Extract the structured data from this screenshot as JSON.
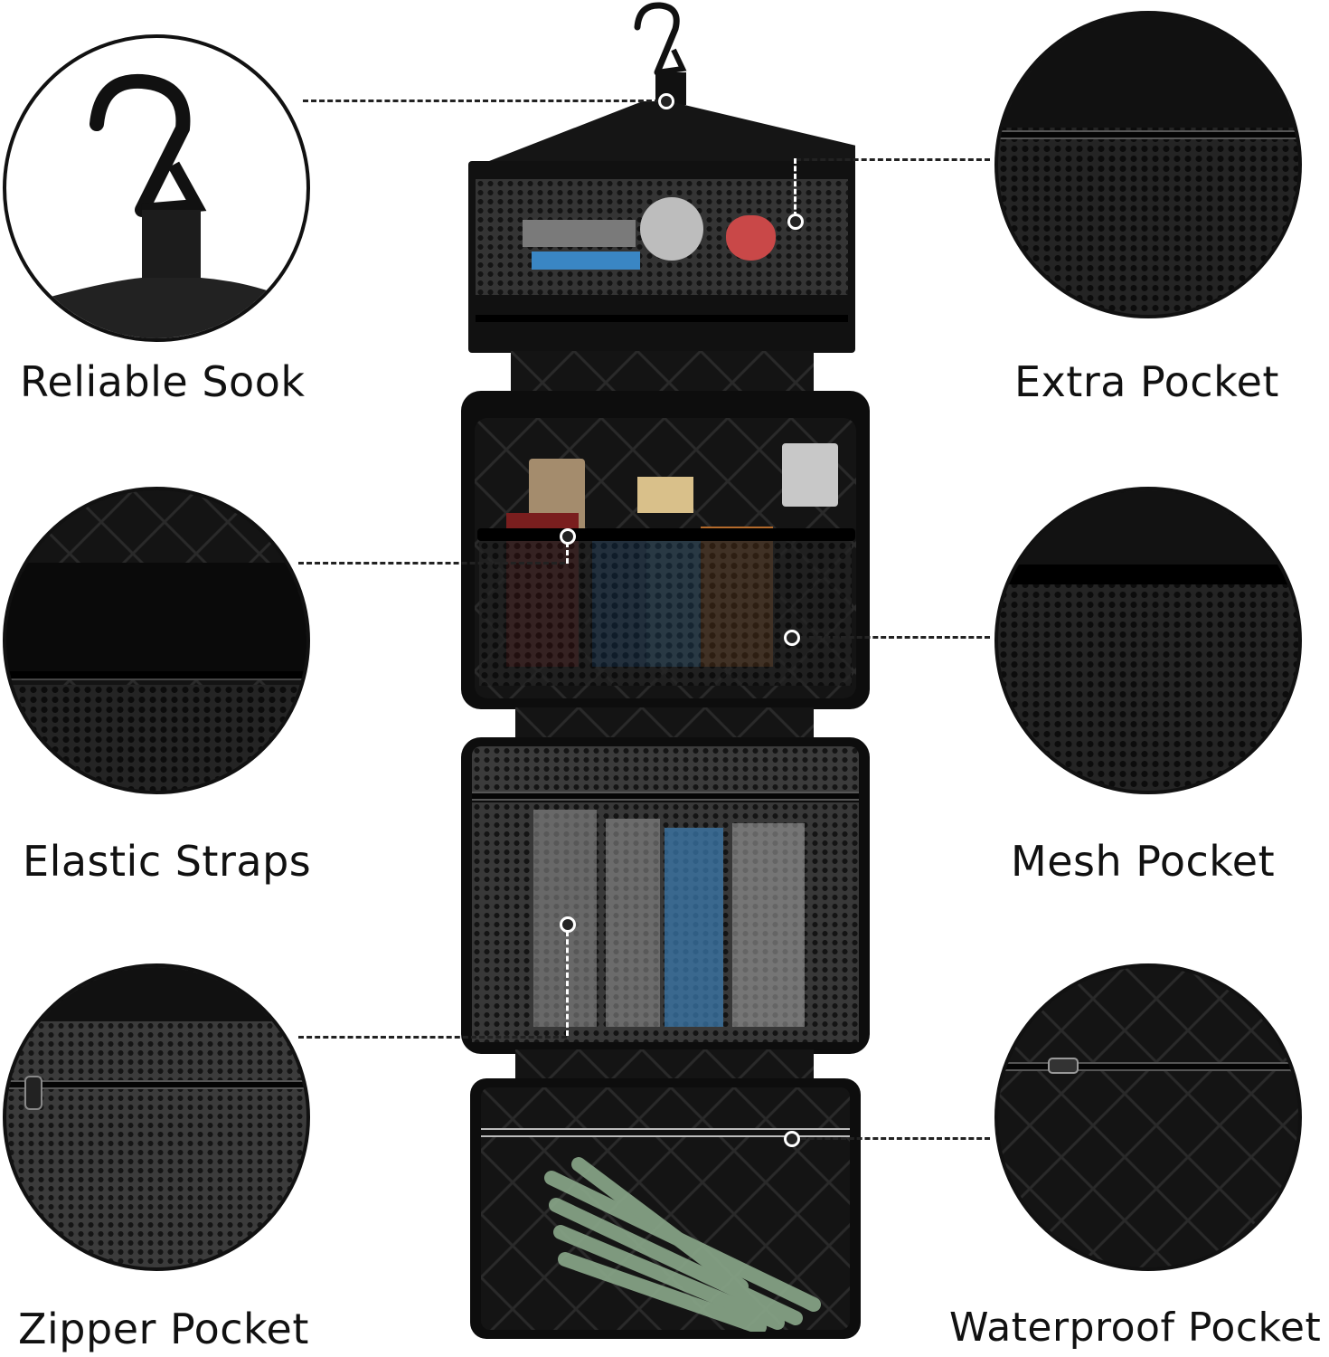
{
  "labels": {
    "hook": "Reliable Sook",
    "extra_pocket": "Extra Pocket",
    "elastic_straps": "Elastic Straps",
    "mesh_pocket": "Mesh Pocket",
    "zipper_pocket": "Zipper Pocket",
    "waterproof_pocket": "Waterproof  Pocket"
  },
  "colors": {
    "bag": "#111111",
    "background": "#ffffff",
    "text": "#111111"
  }
}
